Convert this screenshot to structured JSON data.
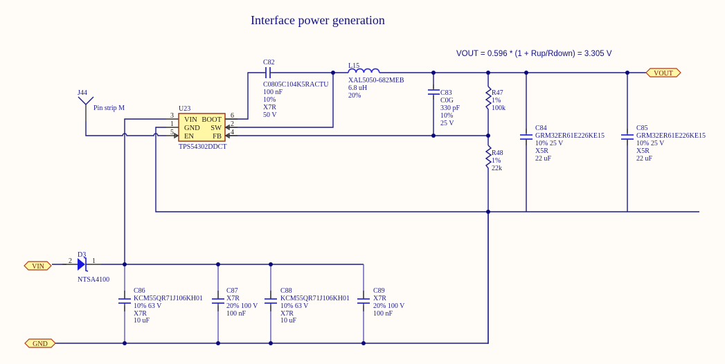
{
  "title": "Interface power generation",
  "equation": "VOUT = 0.596 * (1 + Rup/Rdown) = 3.305 V",
  "ports": {
    "vout": "VOUT",
    "vin": "VIN",
    "gnd": "GND"
  },
  "connector": {
    "ref": "J44",
    "value": "Pin strip M"
  },
  "ic": {
    "ref": "U23",
    "part": "TPS54302DDCT",
    "pins": {
      "vin": {
        "name": "VIN",
        "num": "3"
      },
      "gnd": {
        "name": "GND",
        "num": "1"
      },
      "en": {
        "name": "EN",
        "num": "5"
      },
      "boot": {
        "name": "BOOT",
        "num": "6"
      },
      "sw": {
        "name": "SW",
        "num": "2"
      },
      "fb": {
        "name": "FB",
        "num": "4"
      }
    }
  },
  "c82": {
    "ref": "C82",
    "lines": [
      "C0805C104K5RACTU",
      "100 nF",
      "10%",
      "X7R",
      "50 V"
    ]
  },
  "l15": {
    "ref": "L15",
    "lines": [
      "XAL5050-682MEB",
      "6.8 uH",
      "20%"
    ]
  },
  "c83": {
    "ref": "C83",
    "lines": [
      "C0G",
      "330 pF",
      "10%",
      "25 V"
    ]
  },
  "r47": {
    "ref": "R47",
    "lines": [
      "1%",
      "100k"
    ]
  },
  "r48": {
    "ref": "R48",
    "lines": [
      "1%",
      "22k"
    ]
  },
  "c84": {
    "ref": "C84",
    "lines": [
      "GRM32ER61E226KE15",
      "10% 25 V",
      "X5R",
      "22 uF"
    ]
  },
  "c85": {
    "ref": "C85",
    "lines": [
      "GRM32ER61E226KE15",
      "10% 25 V",
      "X5R",
      "22 uF"
    ]
  },
  "d3": {
    "ref": "D3",
    "part": "NTSA4100",
    "pin_a": "2",
    "pin_k": "1"
  },
  "c86": {
    "ref": "C86",
    "lines": [
      "KCM55QR71J106KH01",
      "10% 63 V",
      "X7R",
      "10 uF"
    ]
  },
  "c87": {
    "ref": "C87",
    "lines": [
      "X7R",
      "20% 100 V",
      "100 nF"
    ]
  },
  "c88": {
    "ref": "C88",
    "lines": [
      "KCM55QR71J106KH01",
      "10% 63 V",
      "X7R",
      "10 uF"
    ]
  },
  "c89": {
    "ref": "C89",
    "lines": [
      "X7R",
      "20% 100 V",
      "100 nF"
    ]
  }
}
